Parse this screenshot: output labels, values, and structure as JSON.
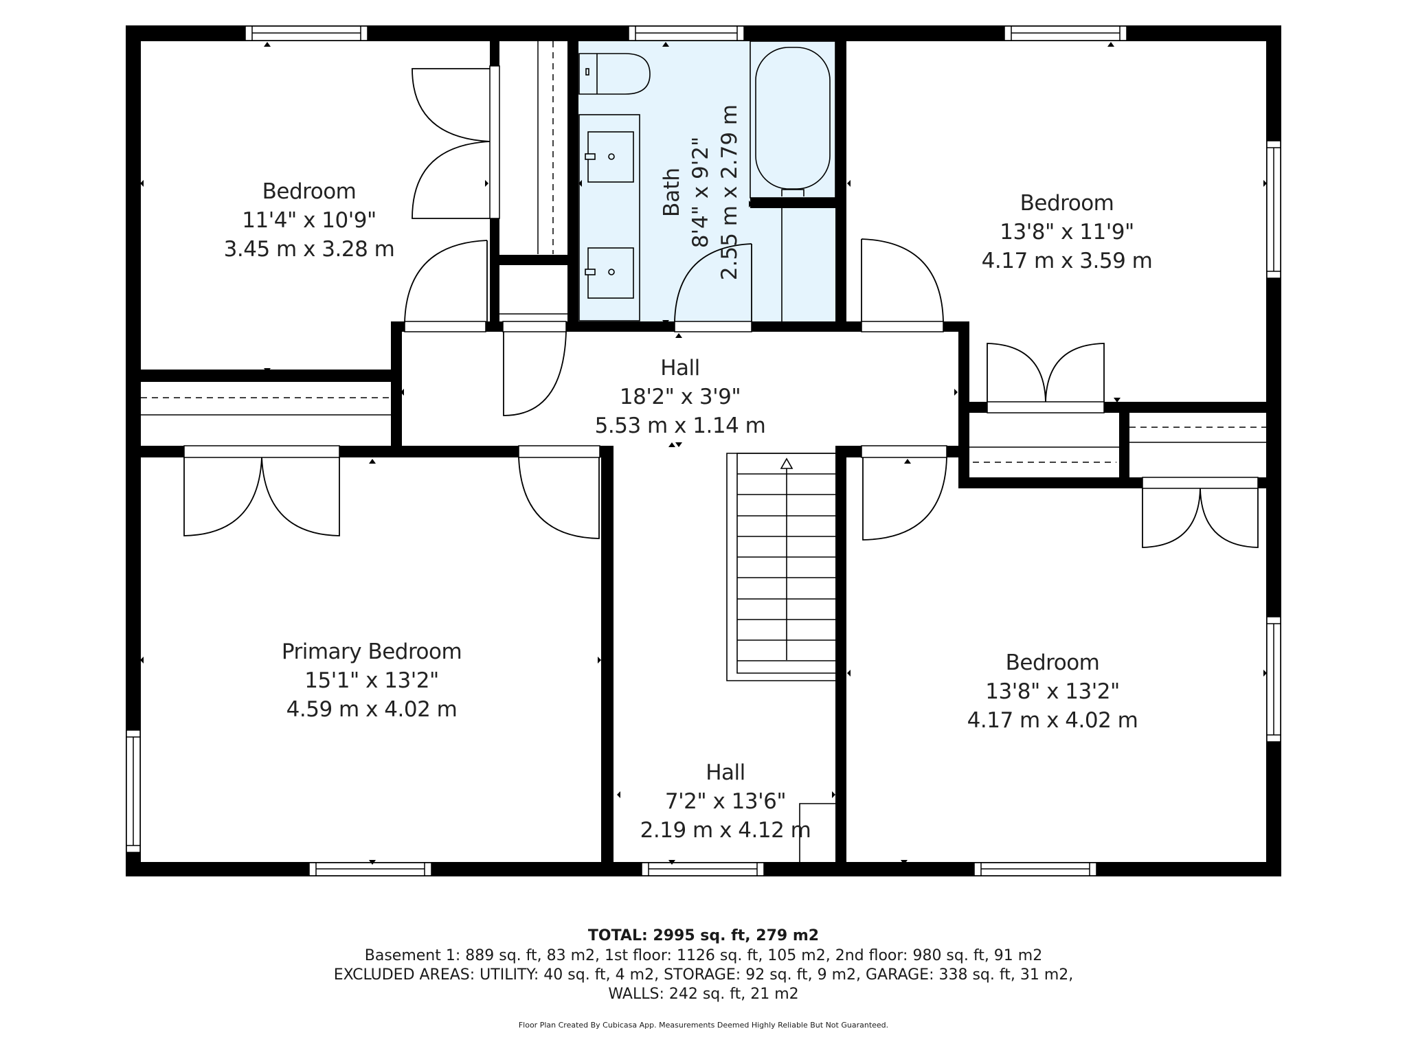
{
  "plan": {
    "colors": {
      "wall": "#000000",
      "bath_fill": "#e5f4fd",
      "line": "#000000",
      "background": "#ffffff"
    },
    "rooms": [
      {
        "id": "bedroom-1",
        "name": "Bedroom",
        "imperial": "11'4\" x 10'9\"",
        "metric": "3.45 m x 3.28 m"
      },
      {
        "id": "bath",
        "name": "Bath",
        "imperial": "8'4\" x 9'2\"",
        "metric": "2.55 m x 2.79 m"
      },
      {
        "id": "bedroom-2",
        "name": "Bedroom",
        "imperial": "13'8\" x 11'9\"",
        "metric": "4.17 m x 3.59 m"
      },
      {
        "id": "hall-upper",
        "name": "Hall",
        "imperial": "18'2\" x 3'9\"",
        "metric": "5.53 m x 1.14 m"
      },
      {
        "id": "primary-bedroom",
        "name": "Primary Bedroom",
        "imperial": "15'1\" x 13'2\"",
        "metric": "4.59 m x 4.02 m"
      },
      {
        "id": "hall-lower",
        "name": "Hall",
        "imperial": "7'2\" x 13'6\"",
        "metric": "2.19 m x 4.12 m"
      },
      {
        "id": "bedroom-3",
        "name": "Bedroom",
        "imperial": "13'8\" x 13'2\"",
        "metric": "4.17 m x 4.02 m"
      }
    ]
  },
  "summary": {
    "total": "TOTAL: 2995 sq. ft, 279 m2",
    "floors": "Basement 1: 889 sq. ft, 83 m2, 1st floor: 1126 sq. ft, 105 m2, 2nd floor: 980 sq. ft, 91 m2",
    "excluded": "EXCLUDED AREAS: UTILITY: 40 sq. ft, 4 m2, STORAGE: 92 sq. ft, 9 m2, GARAGE: 338 sq. ft, 31 m2,",
    "walls": "WALLS: 242 sq. ft, 21 m2",
    "disclaimer": "Floor Plan Created By Cubicasa App. Measurements Deemed Highly Reliable But Not Guaranteed."
  }
}
